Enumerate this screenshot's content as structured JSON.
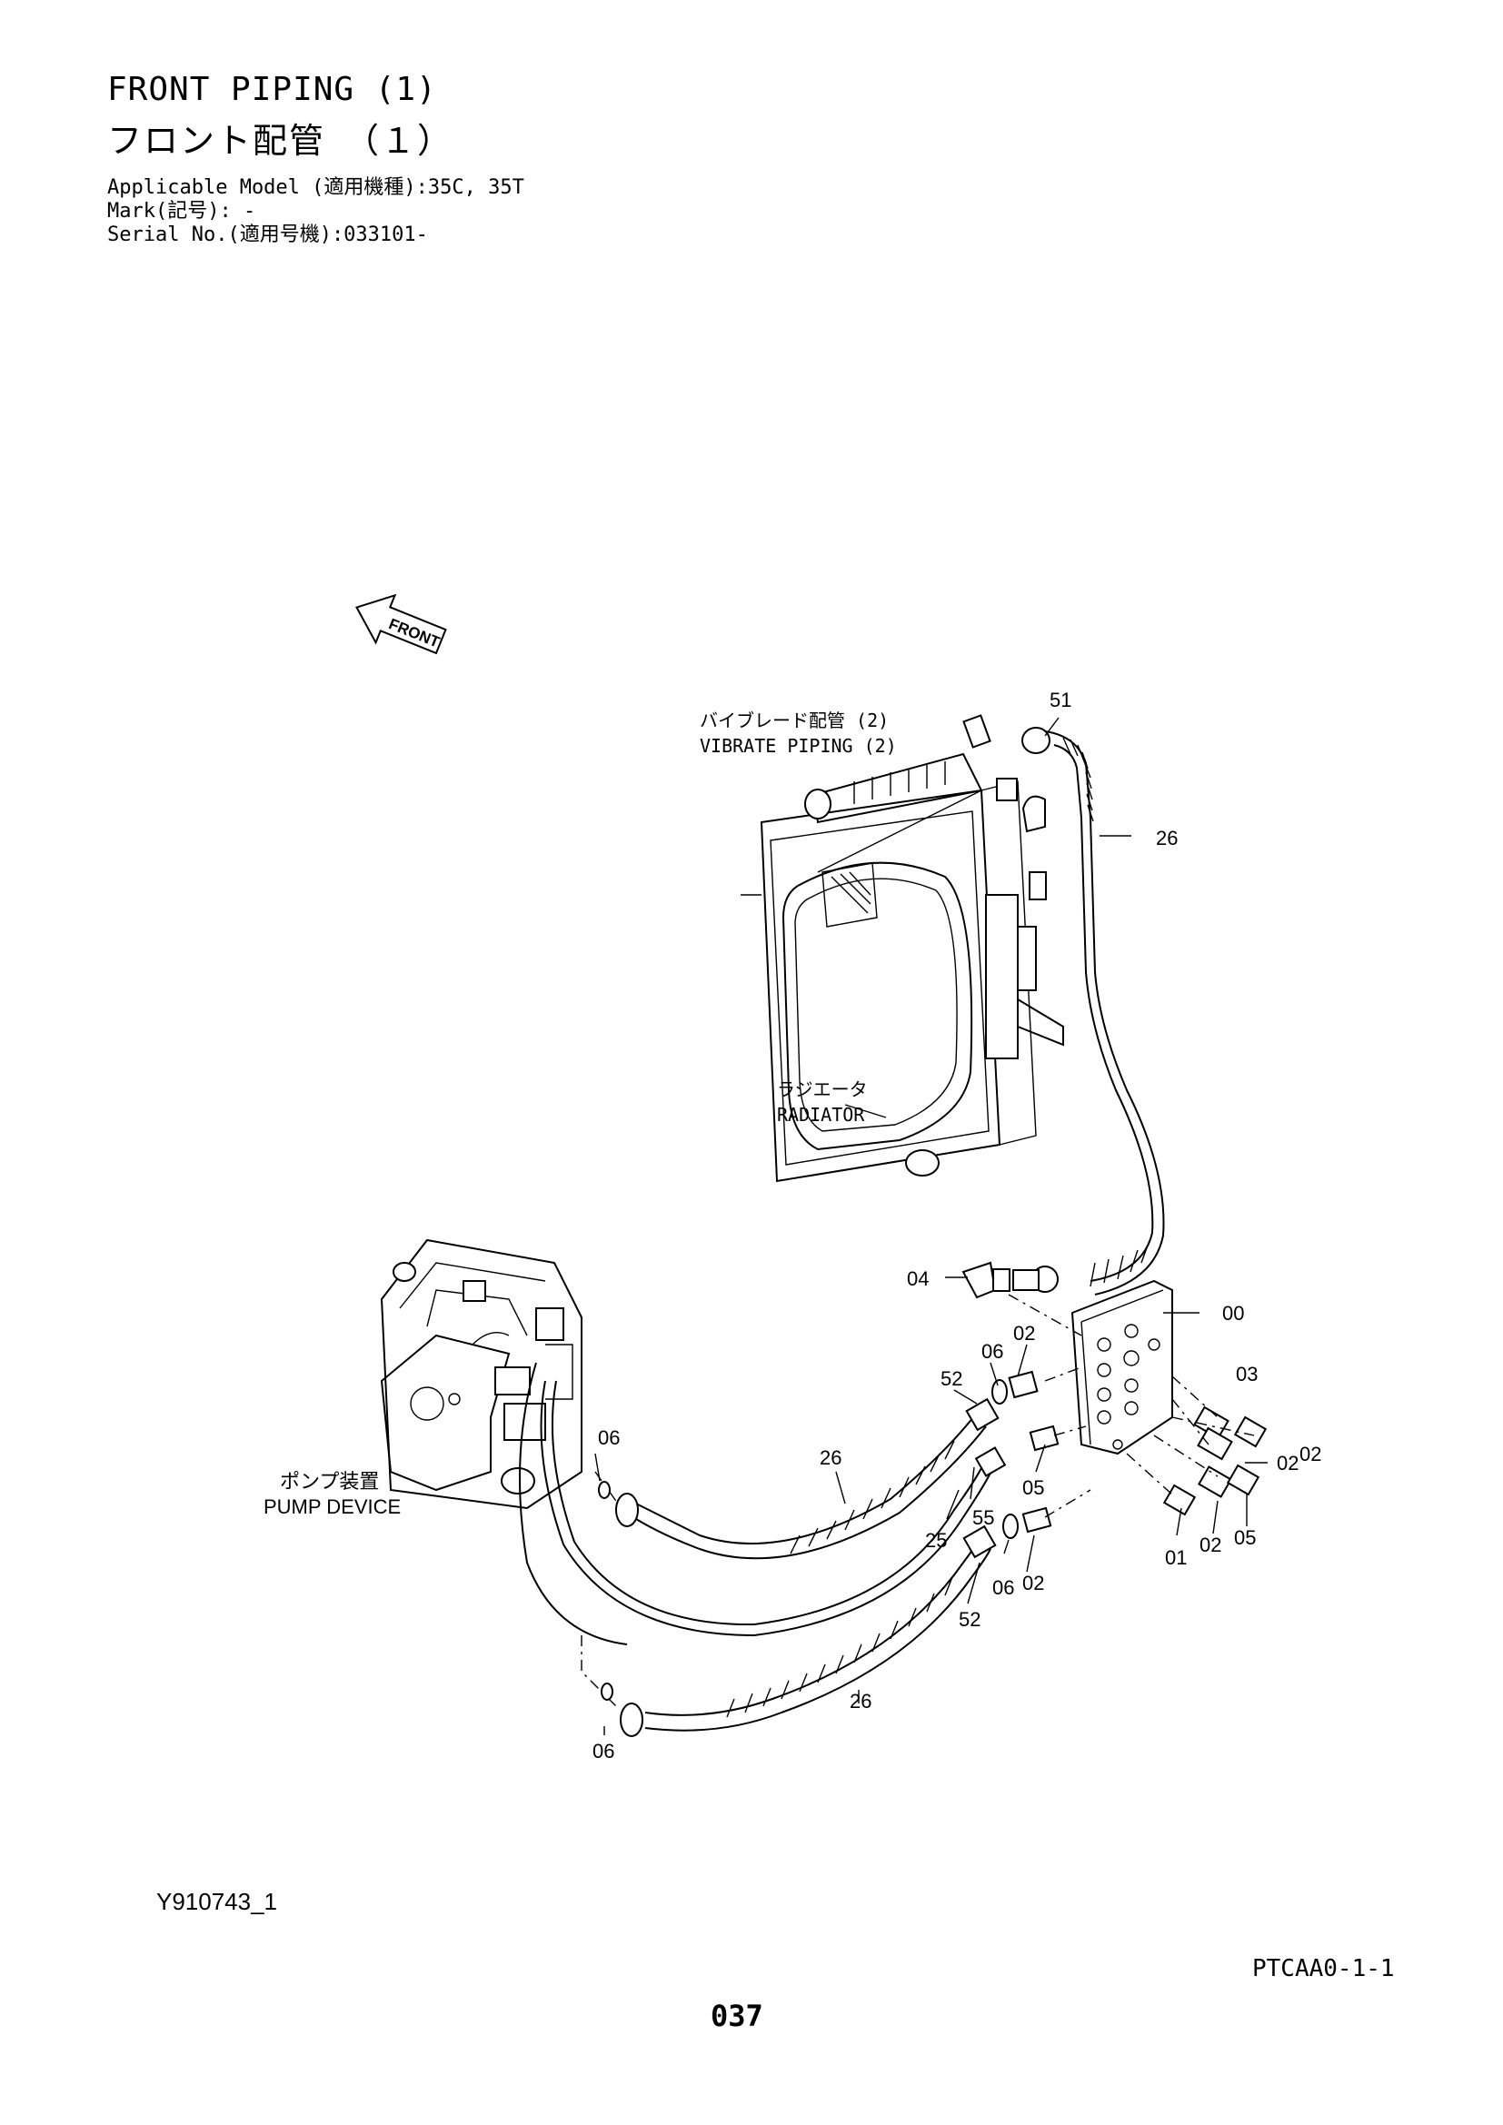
{
  "header": {
    "title_en": "FRONT PIPING (1)",
    "title_jp": "フロント配管　（１）",
    "applicable_model": "Applicable Model (適用機種):35C, 35T",
    "mark": "Mark(記号): -",
    "serial_no": "Serial No.(適用号機):033101-"
  },
  "diagram": {
    "front_arrow": "FRONT",
    "labels": {
      "vibrate_jp": "バイブレード配管 (2)",
      "vibrate_en": "VIBRATE  PIPING (2)",
      "radiator_jp": "ラジエータ",
      "radiator_en": "RADIATOR",
      "pump_jp": "ポンプ装置",
      "pump_en": "PUMP DEVICE"
    },
    "callouts": {
      "c51": "51",
      "c26a": "26",
      "c04": "04",
      "c00": "00",
      "c02a": "02",
      "c06a": "06",
      "c52a": "52",
      "c03": "03",
      "c02b": "02",
      "c06b": "06",
      "c26b": "26",
      "c05a": "05",
      "c55": "55",
      "c25": "25",
      "c02c": "02",
      "c05b": "05",
      "c01": "01",
      "c02d": "02",
      "c06c": "06",
      "c02e": "02",
      "c52b": "52",
      "c26c": "26",
      "c06d": "06"
    }
  },
  "footer": {
    "doc_id": "Y910743_1",
    "page_ref": "PTCAA0-1-1",
    "page_number": "037"
  }
}
